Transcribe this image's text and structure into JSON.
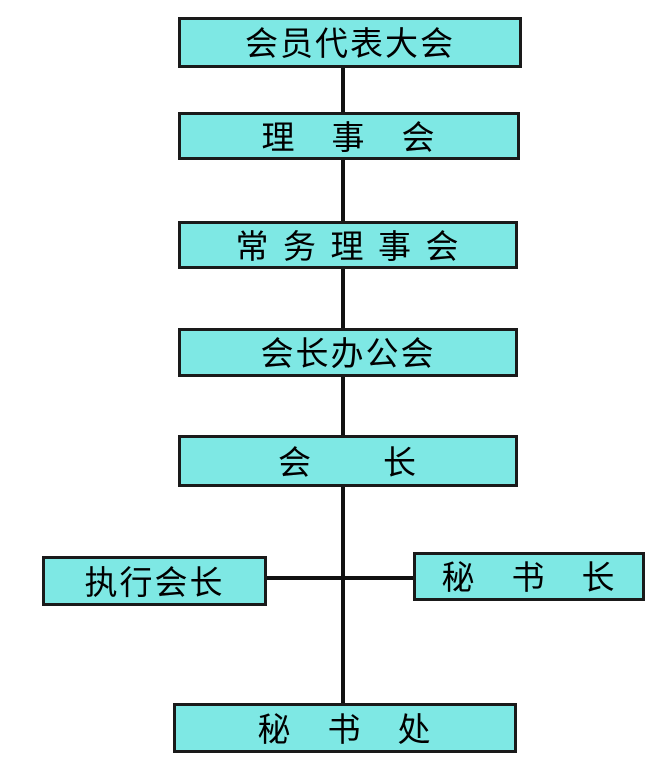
{
  "diagram": {
    "type": "org-chart",
    "colors": {
      "box_fill": "#7ee8e4",
      "box_border": "#1a1a1a",
      "line_color": "#111111",
      "text_color": "#000000",
      "background": "#ffffff"
    },
    "nodes": [
      {
        "id": "member-congress",
        "label": "会员代表大会"
      },
      {
        "id": "council",
        "label": "理　事　会"
      },
      {
        "id": "standing-council",
        "label": "常 务 理 事 会"
      },
      {
        "id": "president-office",
        "label": "会长办公会"
      },
      {
        "id": "president",
        "label": "会　　长"
      },
      {
        "id": "executive-president",
        "label": "执行会长"
      },
      {
        "id": "secretary-general",
        "label": "秘　书　长"
      },
      {
        "id": "secretariat",
        "label": "秘　书　处"
      }
    ],
    "edges": [
      {
        "from": "member-congress",
        "to": "council"
      },
      {
        "from": "council",
        "to": "standing-council"
      },
      {
        "from": "standing-council",
        "to": "president-office"
      },
      {
        "from": "president-office",
        "to": "president"
      },
      {
        "from": "president",
        "to": "executive-president"
      },
      {
        "from": "president",
        "to": "secretary-general"
      },
      {
        "from": "president",
        "to": "secretariat"
      }
    ]
  }
}
